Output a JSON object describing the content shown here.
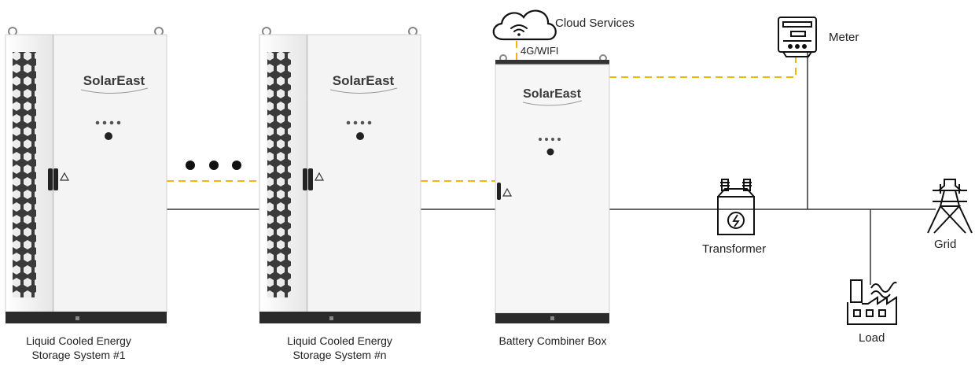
{
  "brand": "SolarEast",
  "labels": {
    "cloud": "Cloud Services",
    "link": "4G/WIFI",
    "meter": "Meter",
    "transformer": "Transformer",
    "grid": "Grid",
    "load": "Load",
    "system1_line1": "Liquid Cooled Energy",
    "system1_line2": "Storage System #1",
    "systemn_line1": "Liquid Cooled Energy",
    "systemn_line2": "Storage System #n",
    "combiner": "Battery Combiner Box"
  },
  "colors": {
    "data_link": "#f2b705",
    "power_line": "#333333",
    "cabinet": "#f3f3f3",
    "cabinet_base": "#2b2b2b"
  },
  "icons": [
    "cloud-wifi-icon",
    "meter-icon",
    "transformer-icon",
    "grid-tower-icon",
    "factory-load-icon",
    "warning-icon"
  ]
}
